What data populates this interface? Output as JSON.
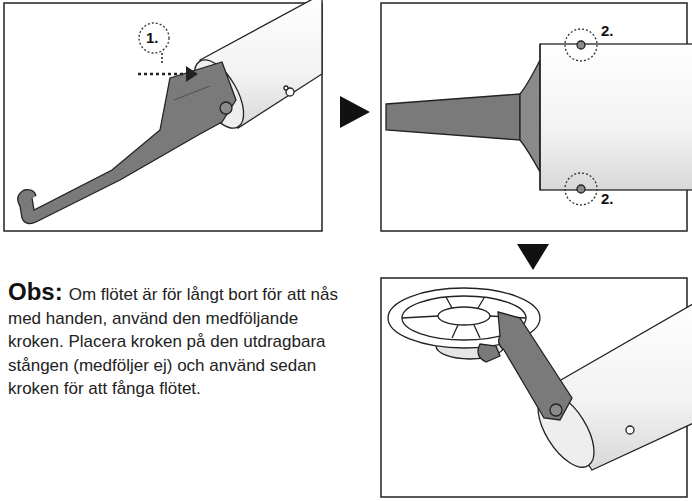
{
  "diagram": {
    "labels": [
      "1.",
      "2.",
      "2.",
      "Obs:",
      "Om flötet är för långt bort för att nås med handen, använd den medföljande kroken. Placera kroken på den utdragbara stången (medföljer ej) och använd sedan kroken för att fånga flötet."
    ]
  }
}
